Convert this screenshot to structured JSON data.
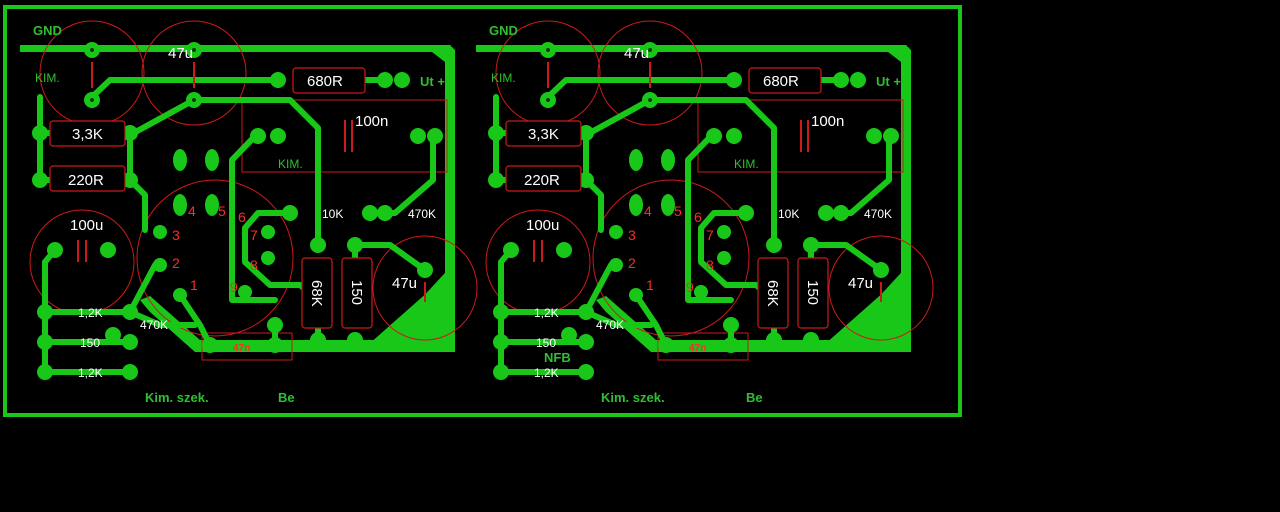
{
  "board": {
    "colors": {
      "copper": "#19c719",
      "silk": "#cc1a1a",
      "text": "#ffffff",
      "background": "#000000"
    }
  },
  "left": {
    "gnd": "GND",
    "kim_left": "KIM.",
    "kim_mid": "KIM.",
    "ut": "Ut +",
    "cap_47u_top": "47u",
    "r_680": "680R",
    "cap_100n": "100n",
    "r_33k": "3,3K",
    "r_220": "220R",
    "cap_100u": "100u",
    "r_10k": "10K",
    "r_470k_right": "470K",
    "r_68k": "68K",
    "r_150_right": "150",
    "cap_47u_bottom": "47u",
    "r_12k_a": "1,2K",
    "r_470k_left": "470K",
    "r_150_left": "150",
    "cap_47n": "47n",
    "r_12k_b": "1,2K",
    "kim_szek": "Kim. szek.",
    "be": "Be",
    "nfb": "",
    "pins": [
      "1",
      "2",
      "3",
      "4",
      "5",
      "6",
      "7",
      "8",
      "9"
    ]
  },
  "right": {
    "gnd": "GND",
    "kim_left": "KIM.",
    "kim_mid": "KIM.",
    "ut": "Ut +",
    "cap_47u_top": "47u",
    "r_680": "680R",
    "cap_100n": "100n",
    "r_33k": "3,3K",
    "r_220": "220R",
    "cap_100u": "100u",
    "r_10k": "10K",
    "r_470k_right": "470K",
    "r_68k": "68K",
    "r_150_right": "150",
    "cap_47u_bottom": "47u",
    "r_12k_a": "1,2K",
    "r_470k_left": "470K",
    "r_150_left": "150",
    "cap_47n": "47n",
    "r_12k_b": "1,2K",
    "kim_szek": "Kim. szek.",
    "be": "Be",
    "nfb": "NFB",
    "pins": [
      "1",
      "2",
      "3",
      "4",
      "5",
      "6",
      "7",
      "8",
      "9"
    ]
  }
}
